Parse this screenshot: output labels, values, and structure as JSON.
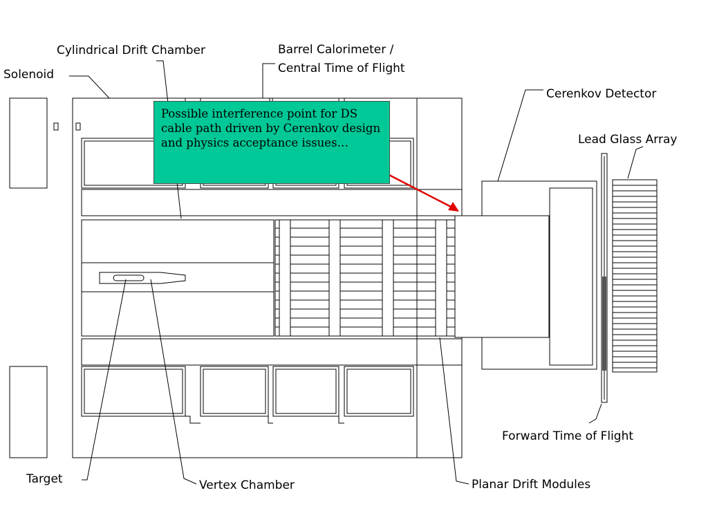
{
  "labels": {
    "cylindrical_drift_chamber": "Cylindrical Drift Chamber",
    "solenoid": "Solenoid",
    "barrel_calorimeter_line1": "Barrel Calorimeter /",
    "barrel_calorimeter_line2": "Central Time of Flight",
    "cerenkov_detector": "Cerenkov Detector",
    "lead_glass_array": "Lead Glass Array",
    "forward_time_of_flight": "Forward Time of Flight",
    "target": "Target",
    "vertex_chamber": "Vertex Chamber",
    "planar_drift_modules": "Planar Drift Modules"
  },
  "note": {
    "text": "Possible interference point for DS cable path driven by Cerenkov design and physics acceptance issues…"
  },
  "colors": {
    "note_background": "#00c896",
    "arrow": "#e00000",
    "line": "#000000"
  }
}
